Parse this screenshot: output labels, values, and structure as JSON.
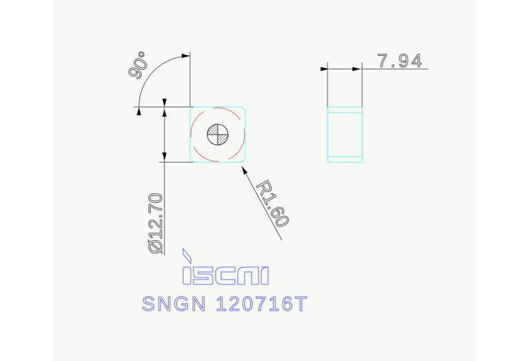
{
  "drawing": {
    "angle_label": "90°",
    "thickness_label": "7.94",
    "diameter_label": "Ø12.70",
    "radius_label": "R1.60",
    "logo_text": "iscar",
    "part_code": "SNGN 120716T"
  },
  "colors": {
    "dimension": "#555555",
    "outline": "#66eeee",
    "circle": "#ee6666",
    "text": "#6666ee"
  }
}
